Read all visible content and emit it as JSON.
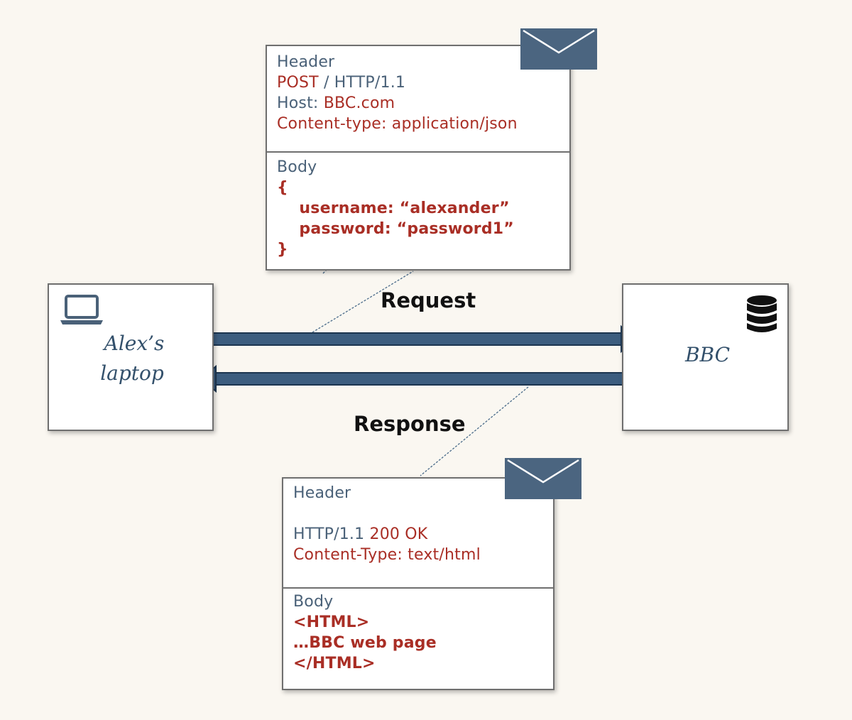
{
  "request_message": {
    "header_title": "Header",
    "method": "POST",
    "request_line_rest": " / HTTP/1.1",
    "host_label": "Host: ",
    "host_value": "BBC.com",
    "content_type": "Content-type: application/json",
    "body_title": "Body",
    "body_open": "{",
    "body_line_1": "    username: “alexander”",
    "body_line_2": "    password: “password1”",
    "body_close": "}"
  },
  "response_message": {
    "header_title": "Header",
    "status_version": "HTTP/1.1 ",
    "status_code": "200 OK",
    "content_type": "Content-Type: text/html",
    "body_title": "Body",
    "body_line_1": "<HTML>",
    "body_line_2": "…BBC web page",
    "body_line_3": "</HTML>"
  },
  "nodes": {
    "client_line_1": "Alex’s",
    "client_line_2": "laptop",
    "server": "BBC"
  },
  "arrows": {
    "request_label": "Request",
    "response_label": "Response"
  },
  "icons": {
    "client": "laptop-icon",
    "server": "database-icon",
    "message": "envelope-icon"
  },
  "colors": {
    "arrow": "#3c5d7f",
    "header_text": "#4a6178",
    "value_text": "#a92e25",
    "envelope": "#4b6580"
  }
}
